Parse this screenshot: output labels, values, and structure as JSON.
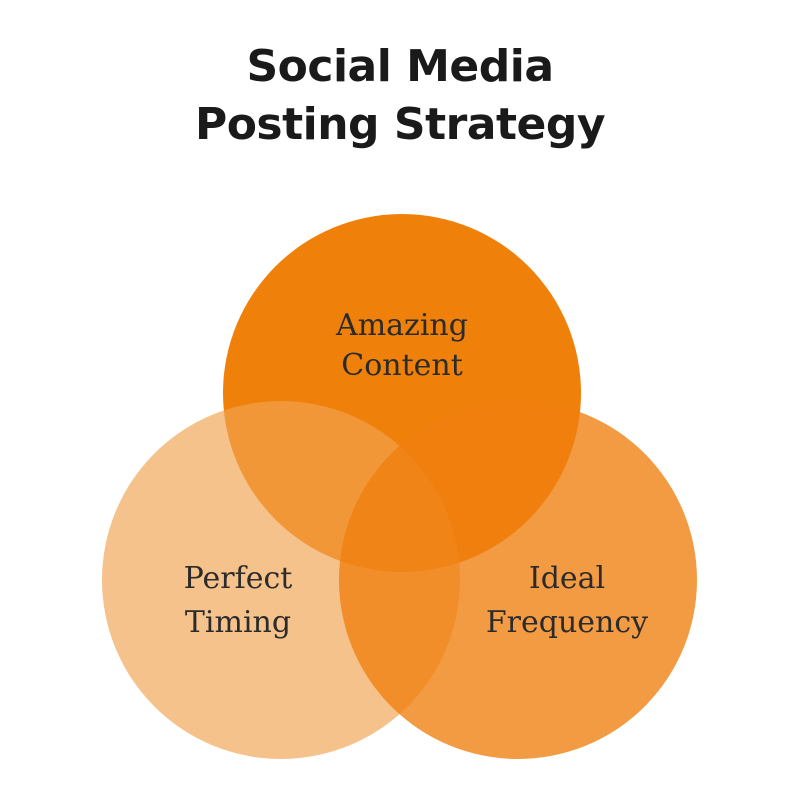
{
  "title": {
    "line1": "Social Media",
    "line2": "Posting Strategy"
  },
  "circles": {
    "top": {
      "line1": "Amazing",
      "line2": "Content",
      "color": "#ef7d05"
    },
    "left": {
      "line1": "Perfect",
      "line2": "Timing",
      "color": "#f5c08a"
    },
    "right": {
      "line1": "Ideal",
      "line2": "Frequency",
      "color": "#f19a3e"
    }
  }
}
